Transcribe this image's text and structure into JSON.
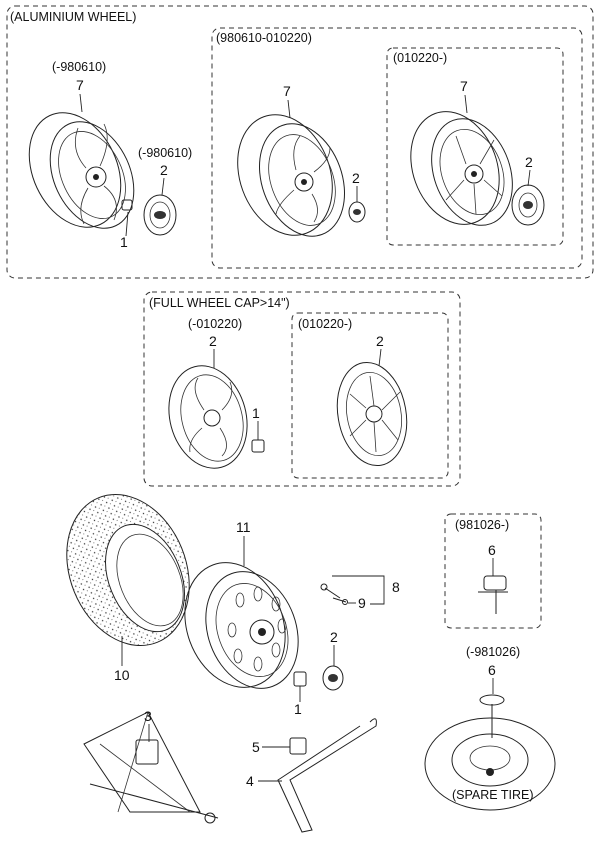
{
  "groups": {
    "aluminium_wheel": "(ALUMINIUM WHEEL)",
    "period_a": "(980610-010220)",
    "period_a_sub": "(010220-)",
    "full_wheel_cap": "(FULL WHEEL CAP>14\")",
    "cap_period_old": "(-010220)",
    "cap_period_new": "(010220-)",
    "jack_new": "(981026-)",
    "jack_old": "(-981026)",
    "spare_tire": "(SPARE TIRE)"
  },
  "wheel_labels": {
    "w1_period": "(-980610)",
    "w1_cap_period": "(-980610)"
  },
  "part_numbers": {
    "p1": "1",
    "p2": "2",
    "p3": "3",
    "p4": "4",
    "p5": "5",
    "p6": "6",
    "p7": "7",
    "p8": "8",
    "p9": "9",
    "p10": "10",
    "p11": "11"
  }
}
